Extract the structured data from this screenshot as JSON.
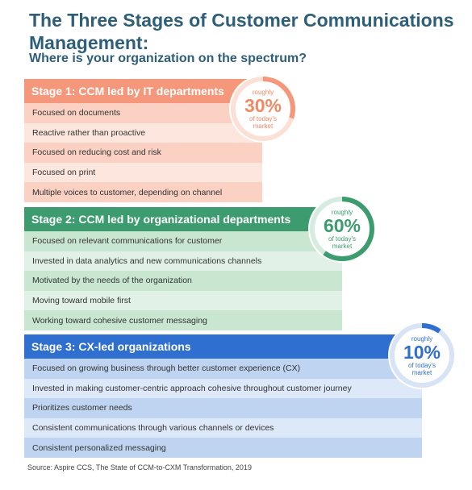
{
  "title": "The Three Stages of Customer Communications Management:",
  "subtitle": "Where is your organization on the spectrum?",
  "colors": {
    "title": "#2e5f7a",
    "stage1": "#f4977a",
    "stage2": "#3c9c6f",
    "stage3": "#2f6fcf"
  },
  "stages": [
    {
      "title": "Stage 1: CCM led by IT departments",
      "items": [
        "Focused on documents",
        "Reactive rather than proactive",
        "Focused on reducing cost and risk",
        "Focused on print",
        "Multiple voices to customer, depending on channel"
      ],
      "badge": {
        "top": "roughly",
        "percent": "30%",
        "bottom": "of today's market",
        "value": 30
      }
    },
    {
      "title": "Stage 2: CCM led by organizational departments",
      "items": [
        "Focused on relevant communications for customer",
        "Invested in data analytics and new communications channels",
        "Motivated by the needs of the organization",
        "Moving toward mobile first",
        "Working toward cohesive customer messaging"
      ],
      "badge": {
        "top": "roughly",
        "percent": "60%",
        "bottom": "of today's market",
        "value": 60
      }
    },
    {
      "title": "Stage 3: CX-led organizations",
      "items": [
        "Focused on growing business through better customer experience (CX)",
        "Invested in making customer-centric approach cohesive throughout customer journey",
        "Prioritizes customer needs",
        "Consistent communications through various channels or devices",
        "Consistent personalized messaging"
      ],
      "badge": {
        "top": "roughly",
        "percent": "10%",
        "bottom": "of today's market",
        "value": 10
      }
    }
  ],
  "source": "Source: Aspire CCS, The State of CCM-to-CXM Transformation, 2019"
}
